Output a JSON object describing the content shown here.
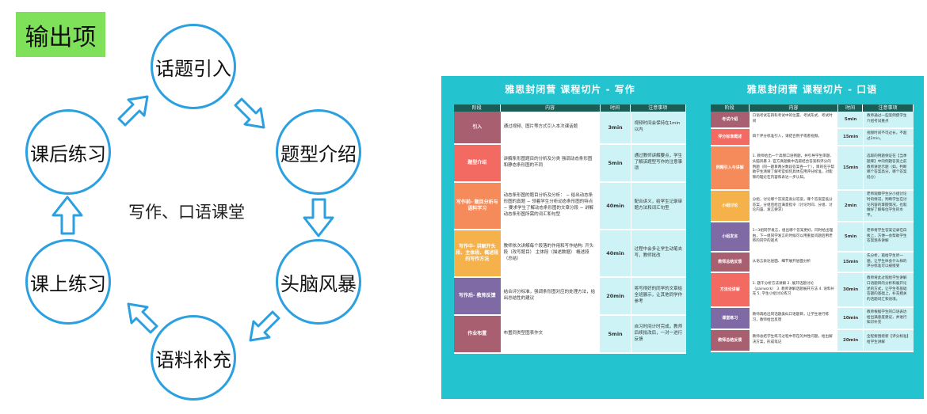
{
  "diagram": {
    "label": "输出项",
    "center": "写作、口语课堂",
    "nodes": [
      "话题引入",
      "题型介绍",
      "头脑风暴",
      "语料补充",
      "课上练习",
      "课后练习"
    ]
  },
  "writing": {
    "title": "雅思封闭营 课程切片 - 写作",
    "headers": [
      "阶段",
      "内容",
      "时间",
      "注意事项"
    ],
    "rows": [
      {
        "stage": "引入",
        "content": "通过视频、图片等方式引入本次课话题",
        "time": "3min",
        "note": "视频时间会保持在1min以内",
        "color": "#a86070"
      },
      {
        "stage": "题型介绍",
        "content": "讲解条形图题目的分析及分类 强调动态条形图和静态条形图的不同",
        "time": "5min",
        "note": "通过教师讲解要点，学生了解该题型写作的注意事项",
        "color": "#f36a62"
      },
      {
        "stage": "写作前- 题目分析与语料学习",
        "content": "动态条形图的题目分析及分析： − 给出动态条形图的真题 − 领着学生分析动态条形图的特点 − 要求学生了解动态条形图的文章分段 − 讲解动态条形图所需的词汇和句型",
        "time": "40min",
        "note": "配合讲义，给学生记录审题方法和词汇句型",
        "color": "#f58a5a"
      },
      {
        "stage": "写作中- 讲解开头段、主体段、概述段的写作方法",
        "content": "教师依次讲解每个段落的作用和写作结构: 开头段（改写题目） 主体段（描述数据） 概述段（总结）",
        "time": "40min",
        "note": "过程中会多让学生动笔去写，教师批改",
        "color": "#f5b24a"
      },
      {
        "stage": "写作后- 教师反馈",
        "content": "结合评分标准，强调条形图对应的处理方法，给出总结性的建议",
        "time": "20min",
        "note": "将写得好的同学的文章给全班展示，让其他同学作参考",
        "color": "#7f6aa6"
      },
      {
        "stage": "作业布置",
        "content": "布置同类型图表作文",
        "time": "5min",
        "note": "自习时间计时完成，教师后续批改后，一对一进行反馈",
        "color": "#a86070"
      }
    ]
  },
  "speaking": {
    "title": "雅思封闭营 课程切片 - 口语",
    "headers": [
      "阶段",
      "内容",
      "时间",
      "注意事项"
    ],
    "rows": [
      {
        "stage": "考试介绍",
        "content": "口语考试在四科考试中的位置、考试形式、考试时间",
        "time": "5min",
        "note": "教师通过一些案例使学生介绍考试重点",
        "color": "#a86070"
      },
      {
        "stage": "评分标准概述",
        "content": "四个评分标准引入，请结合例子或者视频。",
        "time": "15min",
        "note": "视频时间不可过长，不超过2min。",
        "color": "#f36a62"
      },
      {
        "stage": "例题引入与讲解",
        "content": "1. 教师给出一个高频口语例题，并引导学生审题、头脑风暴 2. 官方真题集中选取结合答案和评分的例题（同一题目两分数段答案各一个），目的在于帮助学生清晰了解考官如何具体应用评分标准，对能够的理论在内容和表达一步认知。",
        "time": "15min",
        "note": "选取的例题保证在【当季题库】中的例题答案之前教师讲述示题（如，判断哪个答案高分，哪个答案低分）",
        "color": "#f58a5a"
      },
      {
        "stage": "小组讨论",
        "content": "分组，讨论哪个答案是高分答案，哪个答案是低分答案，分组后给出满意指令（讨论时间、分组、讨论内容、发言要求）",
        "time": "2min",
        "note": "老师观察学生分小组讨论时的情况，判断学生在讨论内容的掌握情况，也就做好了解每位学生的水平。",
        "color": "#f5b24a"
      },
      {
        "stage": "小组发言",
        "content": "1~3组同学发言，组出哪个答案更好，同时给出理由，下一组同学发言的时候可以用重复问题后用老师的同学的观点",
        "time": "5min",
        "note": "老师将学生答案记录在白板上，方便一会帮助学生答案逐条讲解",
        "color": "#7f6aa6"
      },
      {
        "stage": "教师总结反馈",
        "content": "从语言表达层面、细节展开层面分析",
        "time": "15min",
        "note": "先分析，再给学生听一遍，让学生体会什么样的评分标准可以被接受",
        "color": "#a86070"
      },
      {
        "stage": "方法论讲解",
        "content": "1. 题干分析方法讲解 2. 展开话题讨论（pairwork） 3. 教师讲解话题展开方法 4. 语料补充 5. 学生小组讨论练习",
        "time": "30min",
        "note": "教师将此过程给学生讲解口语题目的分析和展开论述的方式，让学生有基础答题的基础上，补充相关的话题词汇和语境。",
        "color": "#f36a62"
      },
      {
        "stage": "课堂练习",
        "content": "教师再给出同话题类似口语题目，让学生进行练习，教师给出反馈",
        "time": "10min",
        "note": "教师根据学生的口语表达给出满意度建议，并进行知识补充",
        "color": "#7f6aa6"
      },
      {
        "stage": "教师总结反馈",
        "content": "教师总结学生练习过程中存在的共性问题，给出解决方案，形成笔记",
        "time": "20min",
        "note": "全程要围绕新【评分标准】给学生讲解",
        "color": "#a86070"
      }
    ]
  }
}
